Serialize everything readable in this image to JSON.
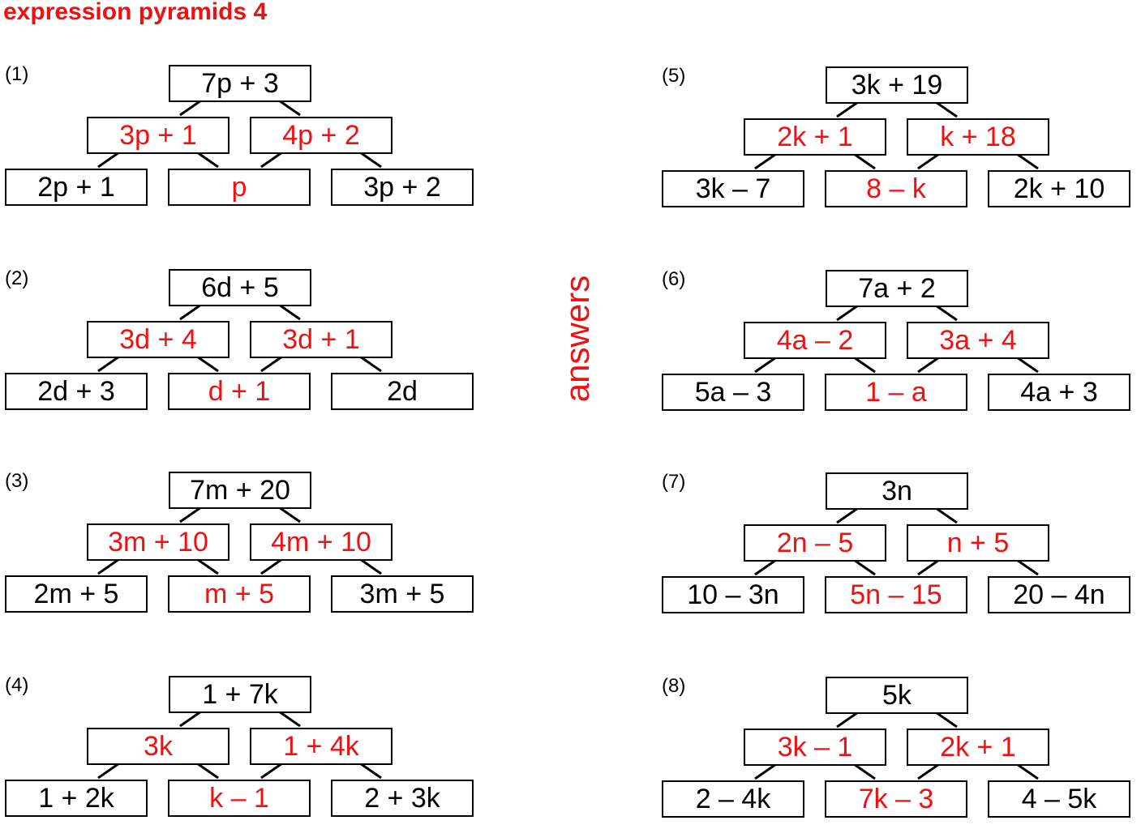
{
  "title": "expression pyramids 4",
  "side_label": "answers",
  "colors": {
    "given": "#000000",
    "answer": "#ee1111"
  },
  "pyramids": [
    {
      "label": "(1)",
      "top": {
        "text": "7p + 3",
        "answer": false
      },
      "middle": [
        {
          "text": "3p + 1",
          "answer": true
        },
        {
          "text": "4p + 2",
          "answer": true
        }
      ],
      "bottom": [
        {
          "text": "2p + 1",
          "answer": false
        },
        {
          "text": "p",
          "answer": true
        },
        {
          "text": "3p + 2",
          "answer": false
        }
      ]
    },
    {
      "label": "(2)",
      "top": {
        "text": "6d + 5",
        "answer": false
      },
      "middle": [
        {
          "text": "3d + 4",
          "answer": true
        },
        {
          "text": "3d + 1",
          "answer": true
        }
      ],
      "bottom": [
        {
          "text": "2d + 3",
          "answer": false
        },
        {
          "text": "d + 1",
          "answer": true
        },
        {
          "text": "2d",
          "answer": false
        }
      ]
    },
    {
      "label": "(3)",
      "top": {
        "text": "7m + 20",
        "answer": false
      },
      "middle": [
        {
          "text": "3m + 10",
          "answer": true
        },
        {
          "text": "4m + 10",
          "answer": true
        }
      ],
      "bottom": [
        {
          "text": "2m + 5",
          "answer": false
        },
        {
          "text": "m + 5",
          "answer": true
        },
        {
          "text": "3m + 5",
          "answer": false
        }
      ]
    },
    {
      "label": "(4)",
      "top": {
        "text": "1 + 7k",
        "answer": false
      },
      "middle": [
        {
          "text": "3k",
          "answer": true
        },
        {
          "text": "1 + 4k",
          "answer": true
        }
      ],
      "bottom": [
        {
          "text": "1 + 2k",
          "answer": false
        },
        {
          "text": "k – 1",
          "answer": true
        },
        {
          "text": "2 + 3k",
          "answer": false
        }
      ]
    },
    {
      "label": "(5)",
      "top": {
        "text": "3k + 19",
        "answer": false
      },
      "middle": [
        {
          "text": "2k + 1",
          "answer": true
        },
        {
          "text": "k + 18",
          "answer": true
        }
      ],
      "bottom": [
        {
          "text": "3k – 7",
          "answer": false
        },
        {
          "text": "8 – k",
          "answer": true
        },
        {
          "text": "2k + 10",
          "answer": false
        }
      ]
    },
    {
      "label": "(6)",
      "top": {
        "text": "7a + 2",
        "answer": false
      },
      "middle": [
        {
          "text": "4a – 2",
          "answer": true
        },
        {
          "text": "3a + 4",
          "answer": true
        }
      ],
      "bottom": [
        {
          "text": "5a – 3",
          "answer": false
        },
        {
          "text": "1 – a",
          "answer": true
        },
        {
          "text": "4a + 3",
          "answer": false
        }
      ]
    },
    {
      "label": "(7)",
      "top": {
        "text": "3n",
        "answer": false
      },
      "middle": [
        {
          "text": "2n – 5",
          "answer": true
        },
        {
          "text": "n + 5",
          "answer": true
        }
      ],
      "bottom": [
        {
          "text": "10 – 3n",
          "answer": false
        },
        {
          "text": "5n – 15",
          "answer": true
        },
        {
          "text": "20 – 4n",
          "answer": false
        }
      ]
    },
    {
      "label": "(8)",
      "top": {
        "text": "5k",
        "answer": false
      },
      "middle": [
        {
          "text": "3k – 1",
          "answer": true
        },
        {
          "text": "2k + 1",
          "answer": true
        }
      ],
      "bottom": [
        {
          "text": "2 – 4k",
          "answer": false
        },
        {
          "text": "7k – 3",
          "answer": true
        },
        {
          "text": "4 – 5k",
          "answer": false
        }
      ]
    }
  ]
}
